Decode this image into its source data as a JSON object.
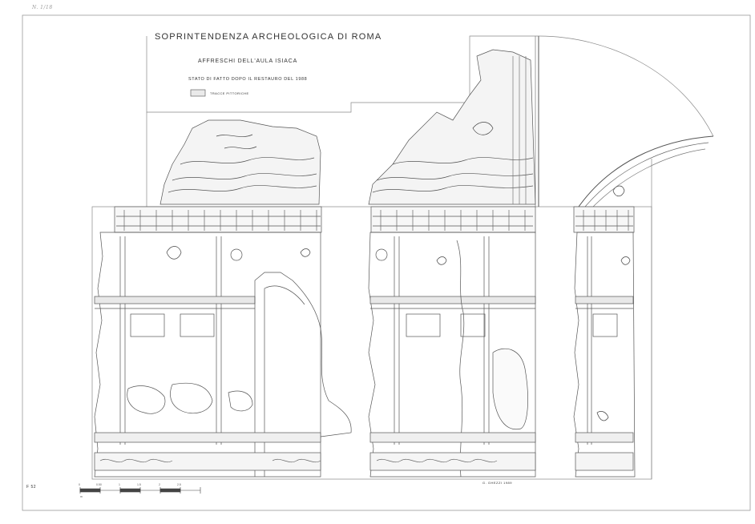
{
  "header": {
    "title": "SOPRINTENDENZA ARCHEOLOGICA DI ROMA",
    "subtitle": "AFFRESCHI DELL'AULA ISIACA",
    "state_line": "STATO DI FATTO DOPO IL RESTAURO DEL 1988"
  },
  "legend": {
    "label": "TRACCE PITTORICHE"
  },
  "corner_note": "N. 1/18",
  "plate_number": "F 52",
  "signature": "G. GHEZZI 1989",
  "scale_bar": {
    "labels": [
      "0",
      "0.50",
      "1",
      "1.5",
      "2",
      "2.5"
    ],
    "unit": "m"
  }
}
